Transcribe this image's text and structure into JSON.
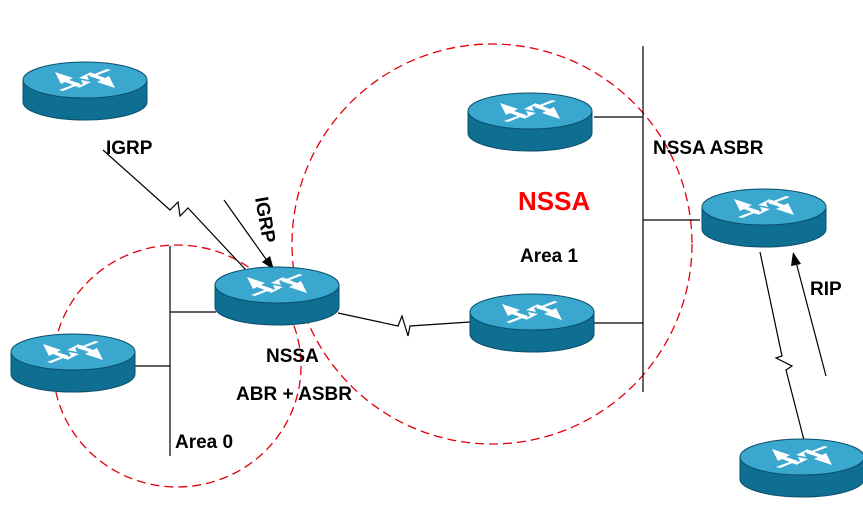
{
  "labels": {
    "igrp_top": "IGRP",
    "igrp_mid": "IGRP",
    "nssa_asbr": "NSSA ASBR",
    "nssa": "NSSA",
    "area1": "Area 1",
    "rip": "RIP",
    "nssa_abr_line1": "NSSA",
    "nssa_abr_line2": "ABR + ASBR",
    "area0": "Area 0"
  },
  "colors": {
    "area_boundary": "#e0000a",
    "nssa_title": "#ff0000",
    "router_body": "#1a7fa3",
    "router_top": "#4ab3d6"
  },
  "icons": {
    "router": "router-icon"
  }
}
